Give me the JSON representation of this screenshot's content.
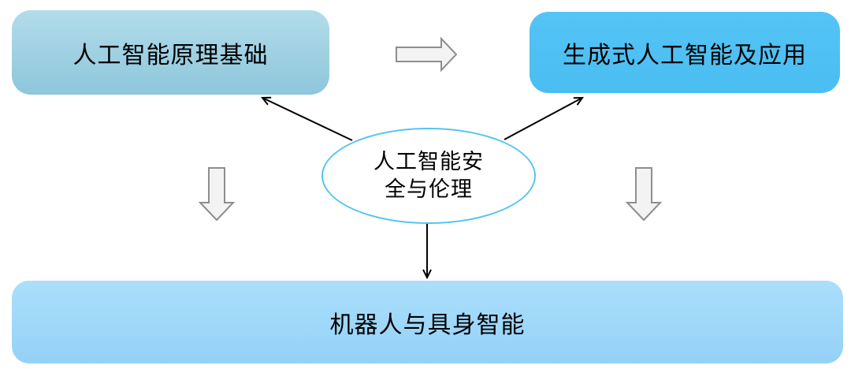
{
  "diagram": {
    "title": "course-structure-diagram",
    "nodes": {
      "principles": {
        "label": "人工智能原理基础"
      },
      "generative": {
        "label": "生成式人工智能及应用"
      },
      "ethics": {
        "label_line1": "人工智能安",
        "label_line2": "全与伦理"
      },
      "robotics": {
        "label": "机器人与具身智能"
      }
    },
    "connectors": [
      {
        "from": "ethics",
        "to": "principles"
      },
      {
        "from": "ethics",
        "to": "generative"
      },
      {
        "from": "ethics",
        "to": "robotics"
      }
    ],
    "block_arrows": [
      {
        "name": "block-arrow-right-icon",
        "direction": "right"
      },
      {
        "name": "block-arrow-down-left-icon",
        "direction": "down"
      },
      {
        "name": "block-arrow-down-right-icon",
        "direction": "down"
      }
    ],
    "colors": {
      "principles_top": "#b2dcea",
      "principles_bottom": "#8ec6db",
      "generative_top": "#54c4f6",
      "generative_bottom": "#4abdf1",
      "robotics_top": "#abdffb",
      "robotics_bottom": "#94d1f7",
      "ellipse_border": "#56c4f2",
      "block_arrow_fill": "#f3f3f3",
      "block_arrow_stroke": "#8e8e8e",
      "connector_color": "#000000"
    }
  }
}
